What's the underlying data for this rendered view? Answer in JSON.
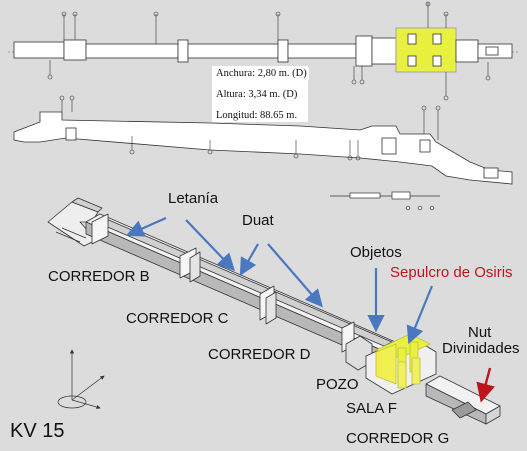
{
  "measurements": {
    "width": "Anchura: 2,80 m. (D)",
    "height": "Altura: 3,34 m. (D)",
    "length": "Longitud: 88.65 m."
  },
  "labels": {
    "letania": "Letanía",
    "duat": "Duat",
    "objetos": "Objetos",
    "sepulcro": "Sepulcro de Osiris",
    "nut": "Nut",
    "divinidades": "Divinidades",
    "corredor_b": "CORREDOR B",
    "corredor_c": "CORREDOR C",
    "corredor_d": "CORREDOR D",
    "pozo": "POZO",
    "sala_f": "SALA F",
    "corredor_g": "CORREDOR G",
    "tomb_id": "KV 15"
  },
  "colors": {
    "background": "#dcdcdc",
    "highlight": "#e8f040",
    "arrow_blue": "#4a78c0",
    "arrow_red": "#c0141c",
    "sepulcro_text": "#c0141c"
  }
}
